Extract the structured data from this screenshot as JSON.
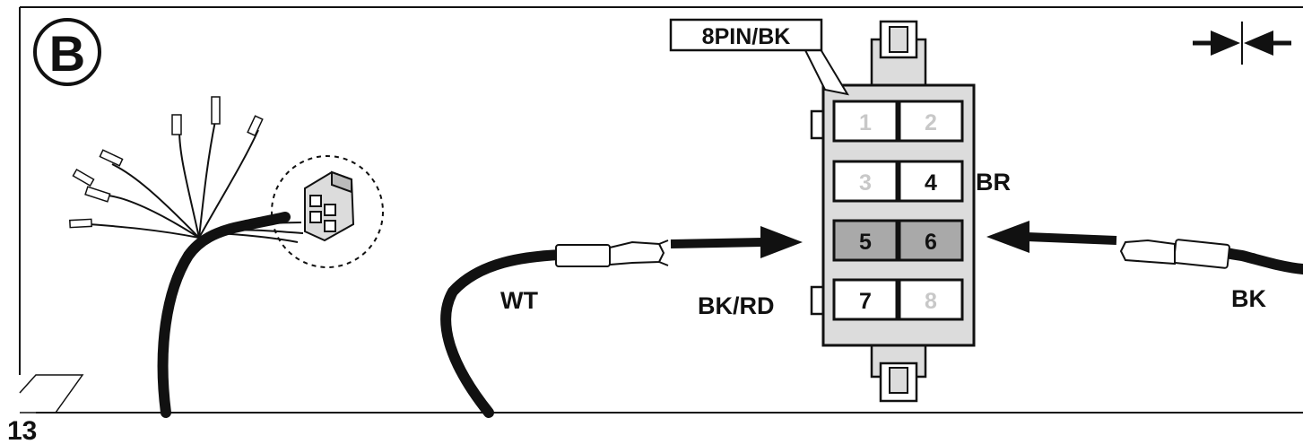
{
  "step_letter": "B",
  "page_number": "13",
  "connector_label": "8PIN/BK",
  "wire_labels": {
    "white": "WT",
    "black": "BK",
    "brown": "BR",
    "black_red": "BK/RD"
  },
  "pins": [
    {
      "number": "1",
      "state": "empty"
    },
    {
      "number": "2",
      "state": "empty"
    },
    {
      "number": "3",
      "state": "empty"
    },
    {
      "number": "4",
      "state": "occupied"
    },
    {
      "number": "5",
      "state": "target"
    },
    {
      "number": "6",
      "state": "target"
    },
    {
      "number": "7",
      "state": "occupied"
    },
    {
      "number": "8",
      "state": "empty"
    }
  ],
  "icons": {
    "step": "circled-letter-icon",
    "insert": "insert-arrows-icon"
  },
  "colors": {
    "line": "#111111",
    "target_fill": "#a9a9a9",
    "housing_fill": "#dcdcdc",
    "empty_text": "#c8c8c8",
    "occupied_text": "#111111"
  }
}
